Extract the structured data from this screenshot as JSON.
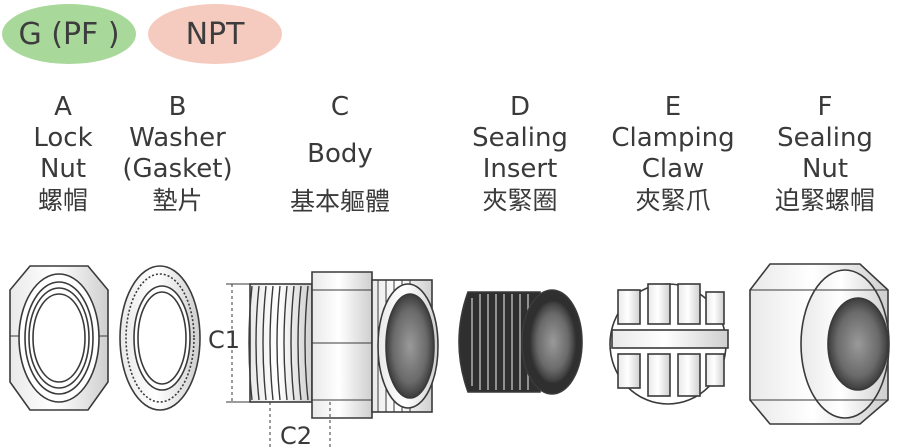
{
  "badges": {
    "g": "G (PF )",
    "npt": "NPT"
  },
  "parts": [
    {
      "letter": "A",
      "name_lines": [
        "Lock",
        "Nut"
      ],
      "cjk": "螺帽"
    },
    {
      "letter": "B",
      "name_lines": [
        "Washer",
        "(Gasket)"
      ],
      "cjk": "墊片"
    },
    {
      "letter": "C",
      "name_lines": [
        "Body"
      ],
      "cjk": "基本軀體"
    },
    {
      "letter": "D",
      "name_lines": [
        "Sealing",
        "Insert"
      ],
      "cjk": "夾緊圈"
    },
    {
      "letter": "E",
      "name_lines": [
        "Clamping",
        "Claw"
      ],
      "cjk": "夾緊爪"
    },
    {
      "letter": "F",
      "name_lines": [
        "Sealing",
        "Nut"
      ],
      "cjk": "迫緊螺帽"
    }
  ],
  "dimensions": {
    "c1": "C1",
    "c2": "C2"
  },
  "colors": {
    "g_badge": "#a9d99a",
    "npt_badge": "#f6cbbf",
    "line": "#3a3a3a"
  }
}
